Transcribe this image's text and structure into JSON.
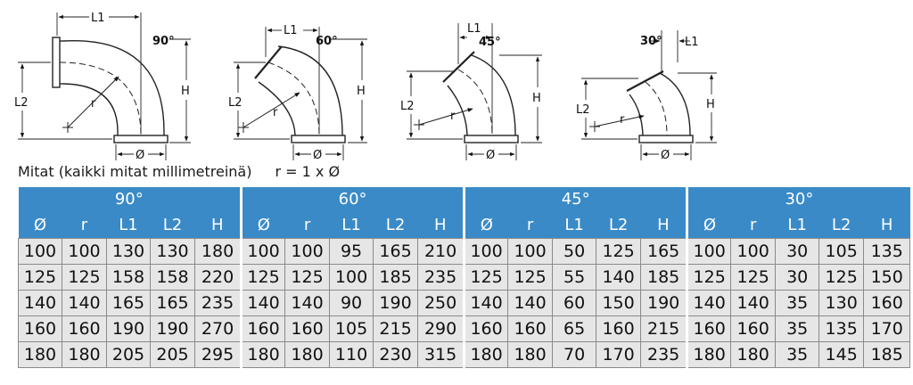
{
  "drawings": [
    {
      "angle": "90°",
      "l1": "L1",
      "l2": "L2",
      "h": "H",
      "r": "r",
      "dia": "Ø"
    },
    {
      "angle": "60°",
      "l1": "L1",
      "l2": "L2",
      "h": "H",
      "r": "r",
      "dia": "Ø"
    },
    {
      "angle": "45°",
      "l1": "L1",
      "l2": "L2",
      "h": "H",
      "r": "r",
      "dia": "Ø"
    },
    {
      "angle": "30°",
      "l1": "L1",
      "l2": "L2",
      "h": "H",
      "r": "r",
      "dia": "Ø"
    }
  ],
  "caption": {
    "text": "Mitat (kaikki mitat millimetreinä)",
    "formula": "r = 1 x Ø"
  },
  "colors": {
    "header_bg": "#3a8ac8",
    "cell_bg": "#e6e6e6"
  },
  "table": {
    "groups": [
      {
        "title": "90°",
        "columns": [
          "Ø",
          "r",
          "L1",
          "L2",
          "H"
        ],
        "rows": [
          [
            "100",
            "100",
            "130",
            "130",
            "180"
          ],
          [
            "125",
            "125",
            "158",
            "158",
            "220"
          ],
          [
            "140",
            "140",
            "165",
            "165",
            "235"
          ],
          [
            "160",
            "160",
            "190",
            "190",
            "270"
          ],
          [
            "180",
            "180",
            "205",
            "205",
            "295"
          ]
        ]
      },
      {
        "title": "60°",
        "columns": [
          "Ø",
          "r",
          "L1",
          "L2",
          "H"
        ],
        "rows": [
          [
            "100",
            "100",
            "95",
            "165",
            "210"
          ],
          [
            "125",
            "125",
            "100",
            "185",
            "235"
          ],
          [
            "140",
            "140",
            "90",
            "190",
            "250"
          ],
          [
            "160",
            "160",
            "105",
            "215",
            "290"
          ],
          [
            "180",
            "180",
            "110",
            "230",
            "315"
          ]
        ]
      },
      {
        "title": "45°",
        "columns": [
          "Ø",
          "r",
          "L1",
          "L2",
          "H"
        ],
        "rows": [
          [
            "100",
            "100",
            "50",
            "125",
            "165"
          ],
          [
            "125",
            "125",
            "55",
            "140",
            "185"
          ],
          [
            "140",
            "140",
            "60",
            "150",
            "190"
          ],
          [
            "160",
            "160",
            "65",
            "160",
            "215"
          ],
          [
            "180",
            "180",
            "70",
            "170",
            "235"
          ]
        ]
      },
      {
        "title": "30°",
        "columns": [
          "Ø",
          "r",
          "L1",
          "L2",
          "H"
        ],
        "rows": [
          [
            "100",
            "100",
            "30",
            "105",
            "135"
          ],
          [
            "125",
            "125",
            "30",
            "125",
            "150"
          ],
          [
            "140",
            "140",
            "35",
            "130",
            "160"
          ],
          [
            "160",
            "160",
            "35",
            "135",
            "170"
          ],
          [
            "180",
            "180",
            "35",
            "145",
            "185"
          ]
        ]
      }
    ]
  }
}
